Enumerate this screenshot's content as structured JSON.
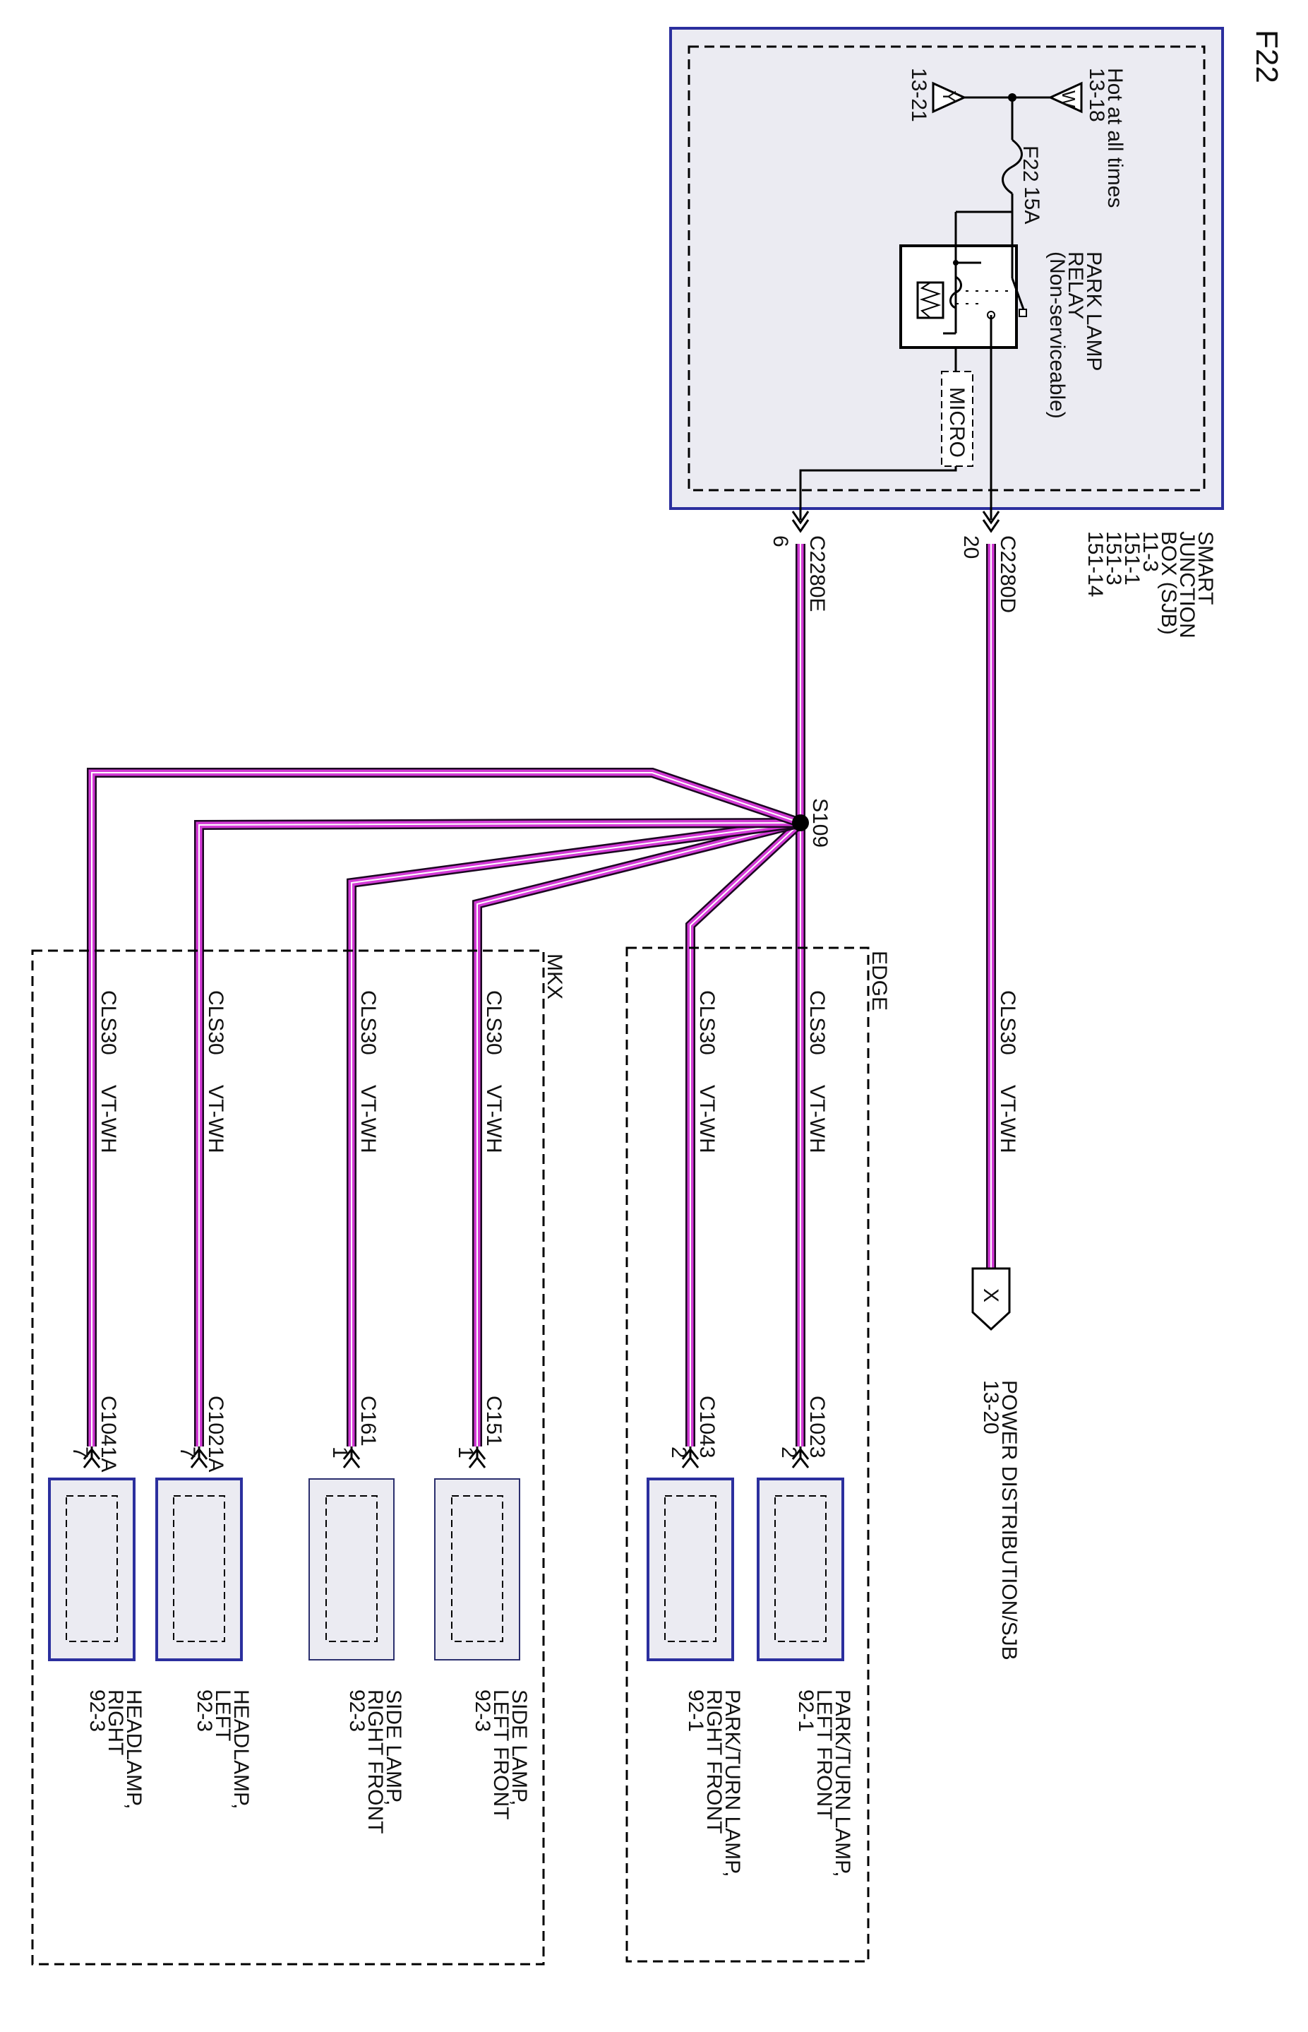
{
  "page_title": "F22",
  "sjb": {
    "name_lines": [
      "SMART",
      "JUNCTION",
      "BOX (SJB)"
    ],
    "refs": [
      "11-3",
      "151-1",
      "151-3",
      "151-14"
    ],
    "hot_label": "Hot at all times",
    "w_ref": "13-18",
    "w_letter": "W",
    "y_ref": "13-21",
    "y_letter": "Y",
    "fuse_id": "F22",
    "fuse_rating": "15A",
    "relay_lines": [
      "PARK LAMP",
      "RELAY",
      "(Non-serviceable)"
    ],
    "micro_label": "MICRO"
  },
  "connectors": {
    "c2280d": {
      "name": "C2280D",
      "pin": "20"
    },
    "c2280e": {
      "name": "C2280E",
      "pin": "6"
    }
  },
  "splice": "S109",
  "wire": {
    "circuit": "CLS30",
    "color": "VT-WH"
  },
  "power_dist": {
    "letter": "X",
    "label": "POWER DISTRIBUTION/SJB",
    "ref": "13-20"
  },
  "options": {
    "edge": "EDGE",
    "mkx": "MKX"
  },
  "loads": [
    {
      "connector": "C1023",
      "pin": "2",
      "lines": [
        "PARK/TURN LAMP,",
        "LEFT FRONT",
        "92-1"
      ]
    },
    {
      "connector": "C1043",
      "pin": "2",
      "lines": [
        "PARK/TURN LAMP,",
        "RIGHT FRONT",
        "92-1"
      ]
    },
    {
      "connector": "C151",
      "pin": "1",
      "lines": [
        "SIDE LAMP,",
        "LEFT FRONT",
        "92-3"
      ]
    },
    {
      "connector": "C161",
      "pin": "1",
      "lines": [
        "SIDE LAMP,",
        "RIGHT FRONT",
        "92-3"
      ]
    },
    {
      "connector": "C1021A",
      "pin": "7",
      "lines": [
        "HEADLAMP,",
        "LEFT",
        "92-3"
      ]
    },
    {
      "connector": "C1041A",
      "pin": "7",
      "lines": [
        "HEADLAMP,",
        "RIGHT",
        "92-3"
      ]
    }
  ]
}
